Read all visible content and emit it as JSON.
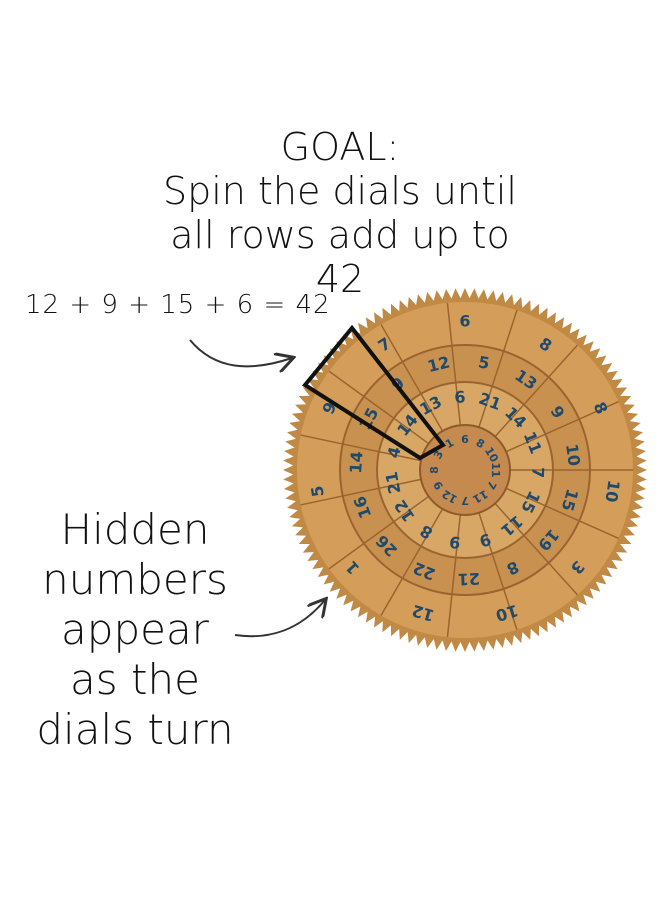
{
  "heading": {
    "goal": "GOAL:",
    "line1": "Spin the dials until",
    "line2": "all rows add up to 42"
  },
  "example_equation": "12 + 9 + 15 + 6 = 42",
  "caption": [
    "Hidden",
    "numbers",
    "appear",
    "as the",
    "dials turn"
  ],
  "colors": {
    "wood": "#c9914a",
    "wood_dark": "#a86b2e",
    "digits": "#1f4a6b",
    "outline": "#111111"
  },
  "dial_numbers": {
    "outer": [
      "6",
      "8",
      "8",
      "10",
      "3",
      "10",
      "12",
      "1",
      "5",
      "9",
      "7"
    ],
    "middle": [
      "5",
      "13",
      "9",
      "10",
      "15",
      "19",
      "8",
      "21",
      "22",
      "26",
      "16",
      "14",
      "15",
      "9",
      "12"
    ],
    "inner": [
      "21",
      "14",
      "11",
      "7",
      "15",
      "11",
      "9",
      "9",
      "8",
      "12",
      "21",
      "4",
      "14",
      "13",
      "6"
    ],
    "hub": [
      "8",
      "10",
      "11",
      "7",
      "11",
      "7",
      "12",
      "9",
      "8",
      "3",
      "1",
      "6"
    ]
  }
}
